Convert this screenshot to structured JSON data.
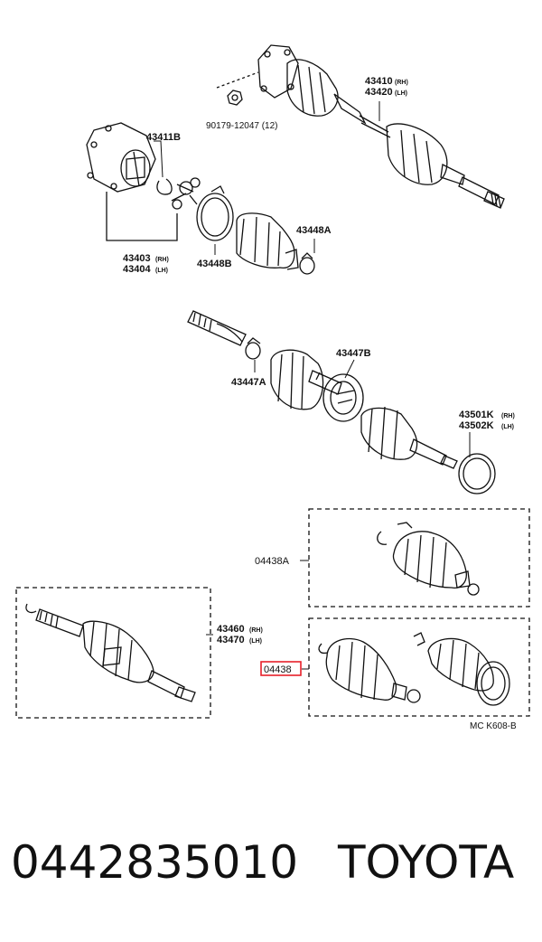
{
  "labels": {
    "p43410": "43410",
    "p43410_side": "(RH)",
    "p43420": "43420",
    "p43420_side": "(LH)",
    "p90179": "90179-12047 (12)",
    "p43411B": "43411B",
    "p43403": "43403",
    "p43403_side": "(RH)",
    "p43404": "43404",
    "p43404_side": "(LH)",
    "p43448B": "43448B",
    "p43448A": "43448A",
    "p43447B": "43447B",
    "p43447A": "43447A",
    "p43501K": "43501K",
    "p43501K_side": "(RH)",
    "p43502K": "43502K",
    "p43502K_side": "(LH)",
    "p04438A": "04438A",
    "p43460": "43460",
    "p43460_side": "(RH)",
    "p43470": "43470",
    "p43470_side": "(LH)",
    "p04438": "04438",
    "ref": "MC K608-B"
  },
  "highlight_color": "#e8202a",
  "footer": {
    "part_number": "0442835010",
    "brand": "TOYOTA"
  }
}
